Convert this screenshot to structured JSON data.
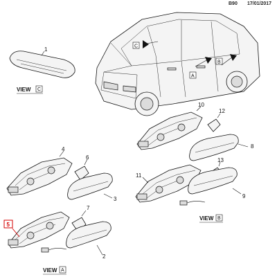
{
  "header": {
    "code": "B90",
    "date": "17/01/2017"
  },
  "view_letters": {
    "c": "C",
    "a": "A",
    "b": "B"
  },
  "views": {
    "view_c": "VIEW",
    "view_a": "VIEW",
    "view_b": "VIEW"
  },
  "callouts": {
    "c1": "1",
    "c2": "2",
    "c3": "3",
    "c4": "4",
    "c5": "5",
    "c6": "6",
    "c7": "7",
    "c8": "8",
    "c9": "9",
    "c10": "10",
    "c11": "11",
    "c12": "12",
    "c13": "13"
  },
  "highlight": {
    "color": "#d40000",
    "callout": "5"
  }
}
